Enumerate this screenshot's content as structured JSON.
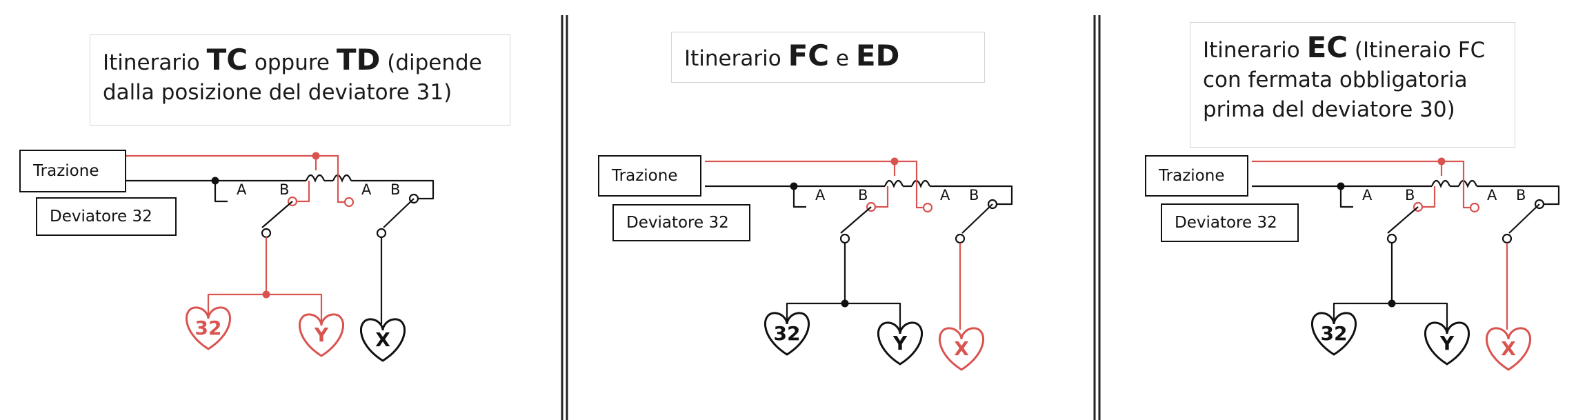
{
  "colors": {
    "active": "#d9534f",
    "wire": "#111111"
  },
  "panels": [
    {
      "title": {
        "pre": "Itinerario ",
        "code1": "TC",
        "mid": " oppure ",
        "code2": "TD",
        "post": " (dipende dalla posizione del deviatore 31)"
      },
      "trazione": "Trazione",
      "deviatore": "Deviatore 32",
      "switch_labels": [
        "A",
        "B",
        "A",
        "B"
      ],
      "lamps": [
        "32",
        "Y",
        "X"
      ]
    },
    {
      "title": {
        "pre": "Itinerario ",
        "code1": "FC",
        "mid": " e ",
        "code2": "ED",
        "post": ""
      },
      "trazione": "Trazione",
      "deviatore": "Deviatore 32",
      "switch_labels": [
        "A",
        "B",
        "A",
        "B"
      ],
      "lamps": [
        "32",
        "Y",
        "X"
      ]
    },
    {
      "title": {
        "pre": "Itinerario ",
        "code1": "EC",
        "mid": "",
        "code2": "",
        "post": " (Itineraio FC con fermata obbligatoria prima del deviatore 30)"
      },
      "trazione": "Trazione",
      "deviatore": "Deviatore 32",
      "switch_labels": [
        "A",
        "B",
        "A",
        "B"
      ],
      "lamps": [
        "32",
        "Y",
        "X"
      ]
    }
  ]
}
